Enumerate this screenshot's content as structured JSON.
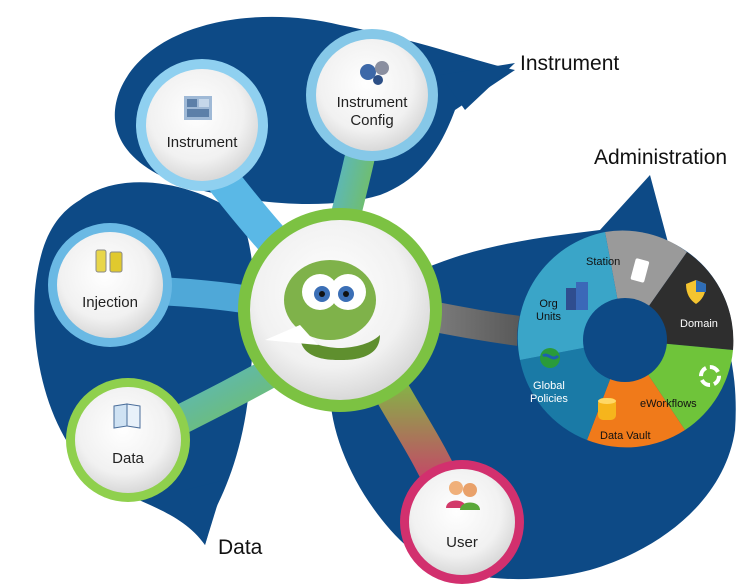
{
  "section_labels": {
    "instrument": "Instrument",
    "administration": "Administration",
    "data": "Data"
  },
  "nodes": {
    "instrument": {
      "label": "Instrument",
      "icon": "instrument-monitor-icon"
    },
    "instrument_config": {
      "label_line1": "Instrument",
      "label_line2": "Config",
      "icon": "config-gears-icon"
    },
    "injection": {
      "label": "Injection",
      "icon": "vials-icon"
    },
    "data": {
      "label": "Data",
      "icon": "book-icon"
    },
    "user": {
      "label": "User",
      "icon": "users-icon"
    },
    "center": {
      "icon": "mascot-icon"
    }
  },
  "administration_wheel": {
    "segments": [
      {
        "line1": "Station",
        "line2": "",
        "icon": "document-icon",
        "color": "#9a9a9a"
      },
      {
        "line1": "Domain",
        "line2": "",
        "icon": "shield-icon",
        "color": "#2e2e2e"
      },
      {
        "line1": "eWorkflows",
        "line2": "",
        "icon": "recycle-arrows-icon",
        "color": "#6fc43a"
      },
      {
        "line1": "Data Vault",
        "line2": "",
        "icon": "database-icon",
        "color": "#f07a1a"
      },
      {
        "line1": "Global",
        "line2": "Policies",
        "icon": "globe-icon",
        "color": "#1a7aa6"
      },
      {
        "line1": "Org",
        "line2": "Units",
        "icon": "buildings-icon",
        "color": "#3aa5c8"
      }
    ]
  },
  "colors": {
    "navy": "#0d4a86",
    "blue_arm": "#5ab8e6",
    "green_arm": "#7cc242",
    "pink_arm": "#d2306e"
  }
}
